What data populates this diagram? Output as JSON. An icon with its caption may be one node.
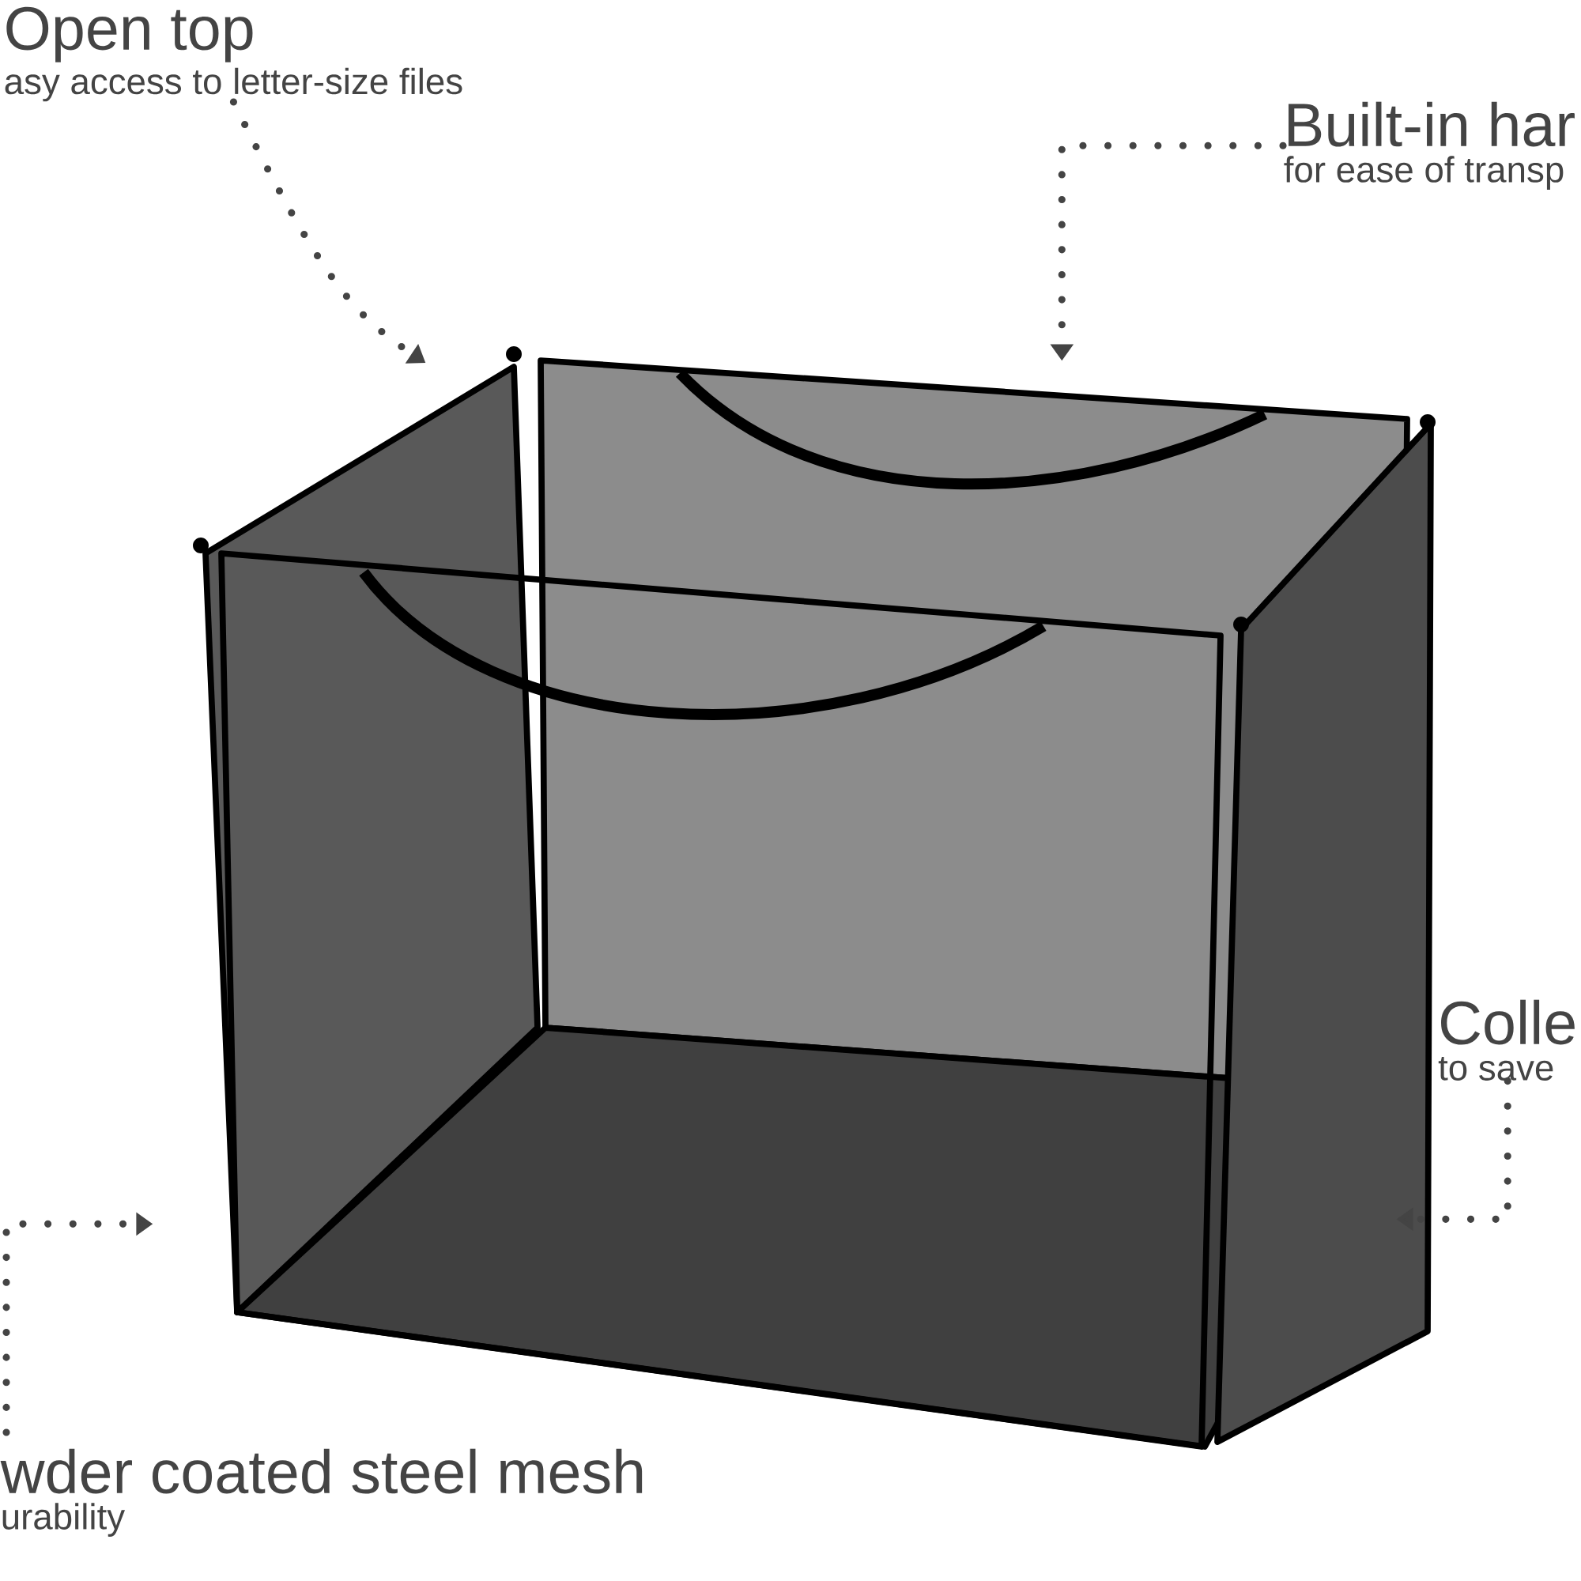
{
  "diagram": {
    "nodes": [
      {
        "text": [
          "Open top",
          "asy access to letter-size files"
        ]
      },
      {
        "text": [
          "Built-in har",
          "for ease of transp"
        ]
      },
      {
        "text": [
          "Colle",
          "to save"
        ]
      },
      {
        "text": [
          "wder coated steel mesh",
          "urability"
        ]
      },
      {
        "text": [],
        "shape": "picture"
      }
    ],
    "edges": [
      {
        "from": 0,
        "to": 4,
        "arrow": "to"
      },
      {
        "from": 1,
        "to": 4,
        "arrow": "to"
      },
      {
        "from": 2,
        "to": 4,
        "arrow": "to"
      },
      {
        "from": 3,
        "to": 4,
        "arrow": "to"
      }
    ]
  }
}
